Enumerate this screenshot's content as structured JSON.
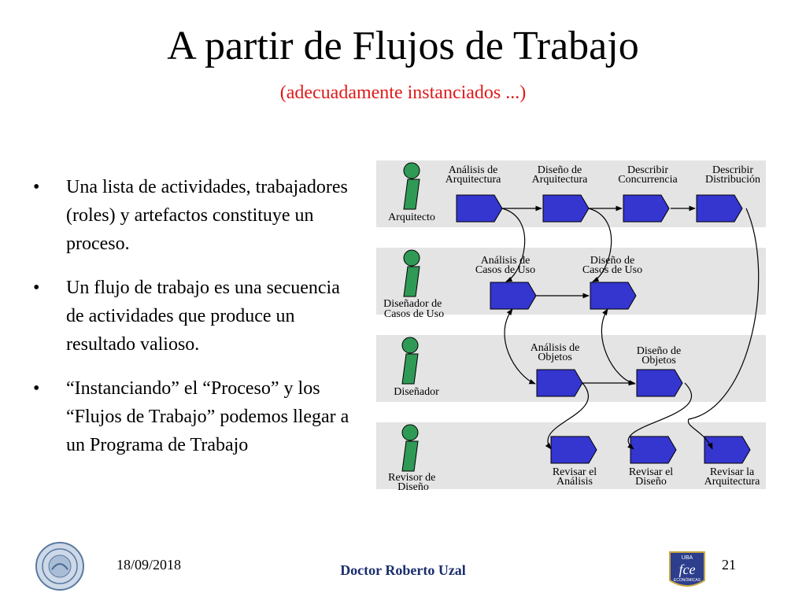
{
  "slide": {
    "title": "A partir de Flujos de Trabajo",
    "subtitle": "(adecuadamente instanciados ...)",
    "bullets": [
      "Una lista de actividades, trabajadores (roles) y artefactos constituye un proceso.",
      "Un flujo de trabajo es una secuencia de actividades que produce un resultado valioso.",
      "“Instanciando” el “Proceso” y los “Flujos de Trabajo” podemos llegar a un Programa de Trabajo"
    ],
    "bullet_glyph": "•"
  },
  "diagram": {
    "lanes": [
      {
        "role_lines": [
          "Arquitecto"
        ]
      },
      {
        "role_lines": [
          "Diseñador de",
          "Casos de Uso"
        ]
      },
      {
        "role_lines": [
          "Diseñador"
        ]
      },
      {
        "role_lines": [
          "Revisor de",
          "Diseño"
        ]
      }
    ],
    "activities": [
      {
        "label_lines": [
          "Análisis de",
          "Arquitectura"
        ]
      },
      {
        "label_lines": [
          "Diseño de",
          "Arquitectura"
        ]
      },
      {
        "label_lines": [
          "Describir",
          "Concurrencia"
        ]
      },
      {
        "label_lines": [
          "Describir",
          "Distribución"
        ]
      },
      {
        "label_lines": [
          "Análisis de",
          "Casos de Uso"
        ]
      },
      {
        "label_lines": [
          "Diseño de",
          "Casos de Uso"
        ]
      },
      {
        "label_lines": [
          "Análisis de",
          "Objetos"
        ]
      },
      {
        "label_lines": [
          "Diseño de",
          "Objetos"
        ]
      },
      {
        "label_lines": [
          "Revisar el",
          "Análisis"
        ]
      },
      {
        "label_lines": [
          "Revisar el",
          "Diseño"
        ]
      },
      {
        "label_lines": [
          "Revisar la",
          "Arquitectura"
        ]
      }
    ],
    "colors": {
      "lane_bg": "#e4e4e4",
      "activity_fill": "#3535d0",
      "worker_fill": "#2f9a55"
    }
  },
  "footer": {
    "date": "18/09/2018",
    "author": "Doctor Roberto Uzal",
    "page": "21",
    "logo_text": "fce",
    "logo_subtext": "ECONÓMICAS",
    "logo_top_text": "UBA"
  },
  "icons": [
    "university-seal-icon",
    "fce-logo-icon",
    "worker-icon",
    "activity-icon"
  ]
}
